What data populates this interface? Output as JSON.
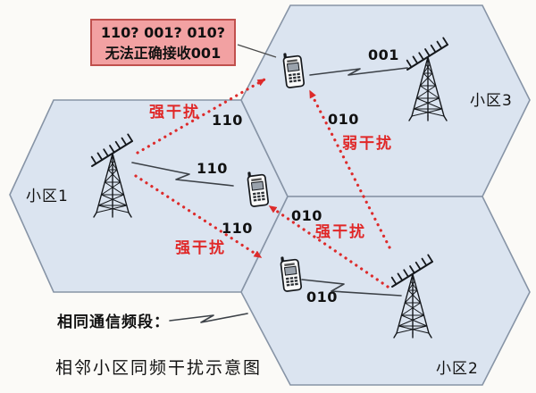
{
  "diagram": {
    "callout": {
      "line1": "110? 001? 010?",
      "line2": "无法正确接收001"
    },
    "cells": [
      {
        "label": "小区1"
      },
      {
        "label": "小区2"
      },
      {
        "label": "小区3"
      }
    ],
    "signal_labels": [
      {
        "text": "110",
        "meaning": "interference-signal-to-cell3-phone"
      },
      {
        "text": "110",
        "meaning": "cell1-downlink-signal"
      },
      {
        "text": "110",
        "meaning": "interference-signal-to-cell2-phone"
      },
      {
        "text": "001",
        "meaning": "cell3-downlink-signal"
      },
      {
        "text": "010",
        "meaning": "weak-interference-signal-to-cell3-phone"
      },
      {
        "text": "010",
        "meaning": "interference-signal-to-cell1-phone"
      },
      {
        "text": "010",
        "meaning": "cell2-downlink-signal"
      }
    ],
    "interference_labels": [
      {
        "text": "强干扰",
        "type": "strong"
      },
      {
        "text": "强干扰",
        "type": "strong"
      },
      {
        "text": "强干扰",
        "type": "strong"
      },
      {
        "text": "弱干扰",
        "type": "weak"
      }
    ],
    "legend": {
      "label": "相同通信频段："
    },
    "caption": "相邻小区同频干扰示意图",
    "icons": {
      "tower": "antenna-tower-icon",
      "phone": "mobile-phone-icon",
      "bolt": "lightning-bolt-icon",
      "arrow": "dotted-interference-arrow"
    },
    "colors": {
      "cell_fill": "#dbe4f0",
      "cell_border": "#8794a6",
      "interference_red": "#e02828",
      "dotted_arrow_red": "#dd2b2b",
      "callout_fill": "#f2a1a2",
      "callout_border": "#c0504d",
      "line_black": "#15181c"
    }
  }
}
